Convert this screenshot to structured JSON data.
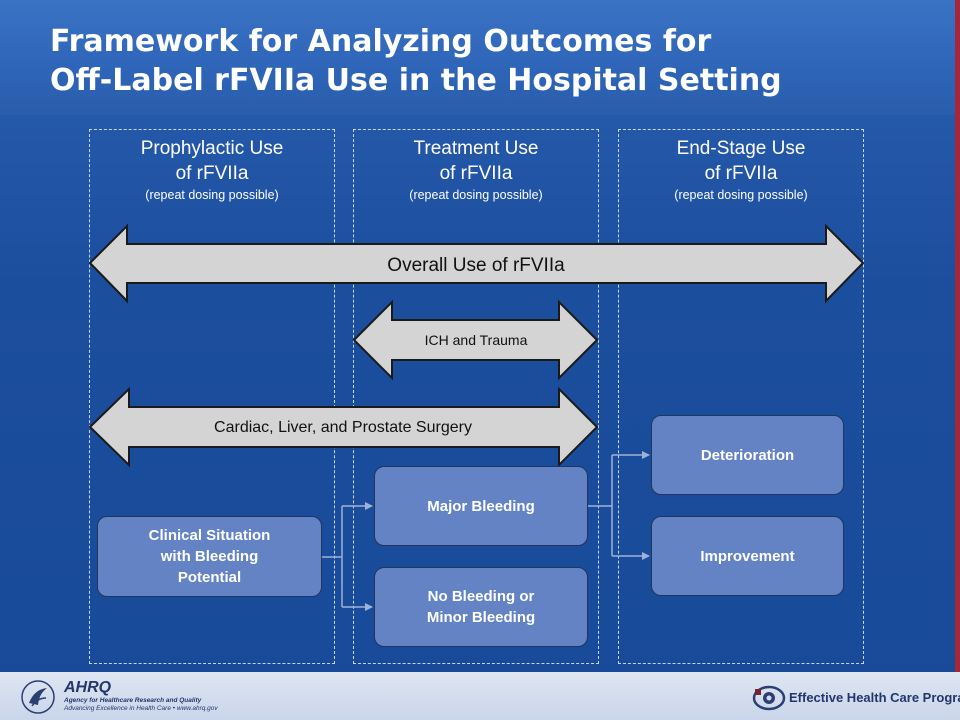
{
  "title": {
    "line1": "Framework for Analyzing Outcomes for",
    "line2": "Off-Label rFVIIa Use in the Hospital Setting"
  },
  "columns": [
    {
      "line1": "Prophylactic Use",
      "line2": "of rFVIIa",
      "note": "(repeat dosing possible)"
    },
    {
      "line1": "Treatment Use",
      "line2": "of rFVIIa",
      "note": "(repeat dosing possible)"
    },
    {
      "line1": "End-Stage Use",
      "line2": "of rFVIIa",
      "note": "(repeat dosing possible)"
    }
  ],
  "arrows": {
    "overall": "Overall Use of rFVIIa",
    "ich": "ICH and Trauma",
    "surgery": "Cardiac, Liver, and Prostate Surgery"
  },
  "boxes": {
    "clinical": [
      "Clinical Situation",
      "with Bleeding",
      "Potential"
    ],
    "major": "Major Bleeding",
    "minor": [
      "No Bleeding or",
      "Minor Bleeding"
    ],
    "deterioration": "Deterioration",
    "improvement": "Improvement"
  },
  "footer": {
    "ahrq_name": "AHRQ",
    "ahrq_line1": "Agency for Healthcare Research and Quality",
    "ahrq_line2": "Advancing Excellence in Health Care • www.ahrq.gov",
    "program": "Effective Health Care Program"
  },
  "colors": {
    "background": "#1f4f98",
    "box_fill": "#6383c4",
    "arrow_fill": "#d4d4d4",
    "footer": "#d4dcec",
    "accent": "#a5283a"
  }
}
